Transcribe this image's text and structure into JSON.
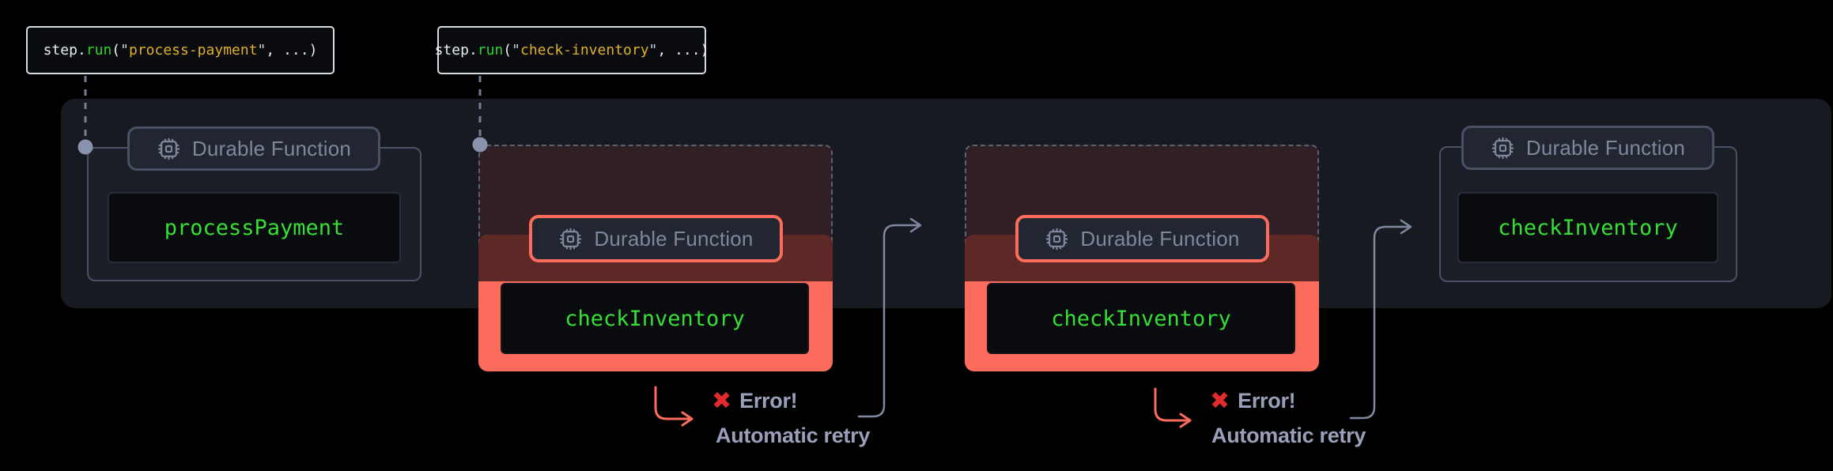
{
  "labels": {
    "durable_function": "Durable Function"
  },
  "tooltips": [
    {
      "parts": [
        "step",
        ".",
        "run",
        "(",
        "\"",
        "process-payment",
        "\"",
        ", ...)"
      ]
    },
    {
      "parts": [
        "step",
        ".",
        "run",
        "(",
        "\"",
        "check-inventory",
        "\"",
        ", ...)"
      ]
    }
  ],
  "nodes": [
    {
      "kind": "durable-function",
      "name": "processPayment",
      "status": "ok"
    },
    {
      "kind": "durable-function-failed-attempt",
      "name": "checkInventory",
      "status": "error"
    },
    {
      "kind": "durable-function-failed-attempt",
      "name": "checkInventory",
      "status": "error"
    },
    {
      "kind": "durable-function",
      "name": "checkInventory",
      "status": "ok"
    }
  ],
  "annotations": [
    {
      "cross": "✖",
      "error_label": "Error!",
      "retry_label": "Automatic retry"
    },
    {
      "cross": "✖",
      "error_label": "Error!",
      "retry_label": "Automatic retry"
    }
  ],
  "colors": {
    "background": "#000000",
    "band_bg": "#171a21",
    "node_border_gray": "#4a5165",
    "salmon_accent": "#fc6c5c",
    "code_green": "#36df36",
    "tooltip_fn_green": "#2fd433",
    "tooltip_string_gold": "#dfaf2e",
    "badge_text": "#7f879c",
    "annotation_text": "#99a1ba",
    "cross_red": "#e22c2c",
    "connector_gray": "#8089a2"
  }
}
